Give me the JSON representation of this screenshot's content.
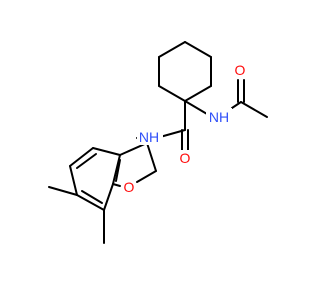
{
  "structure": {
    "atom_labels": [
      {
        "id": "O_acetyl",
        "text": "O",
        "color": "#ff0d0d"
      },
      {
        "id": "NH_acetamide",
        "text": "NH",
        "color": "#3050f8"
      },
      {
        "id": "O_amide",
        "text": "O",
        "color": "#ff0d0d"
      },
      {
        "id": "NH_amide",
        "text": "NH",
        "color": "#3050f8"
      },
      {
        "id": "O_ring",
        "text": "O",
        "color": "#ff0d0d"
      }
    ]
  }
}
